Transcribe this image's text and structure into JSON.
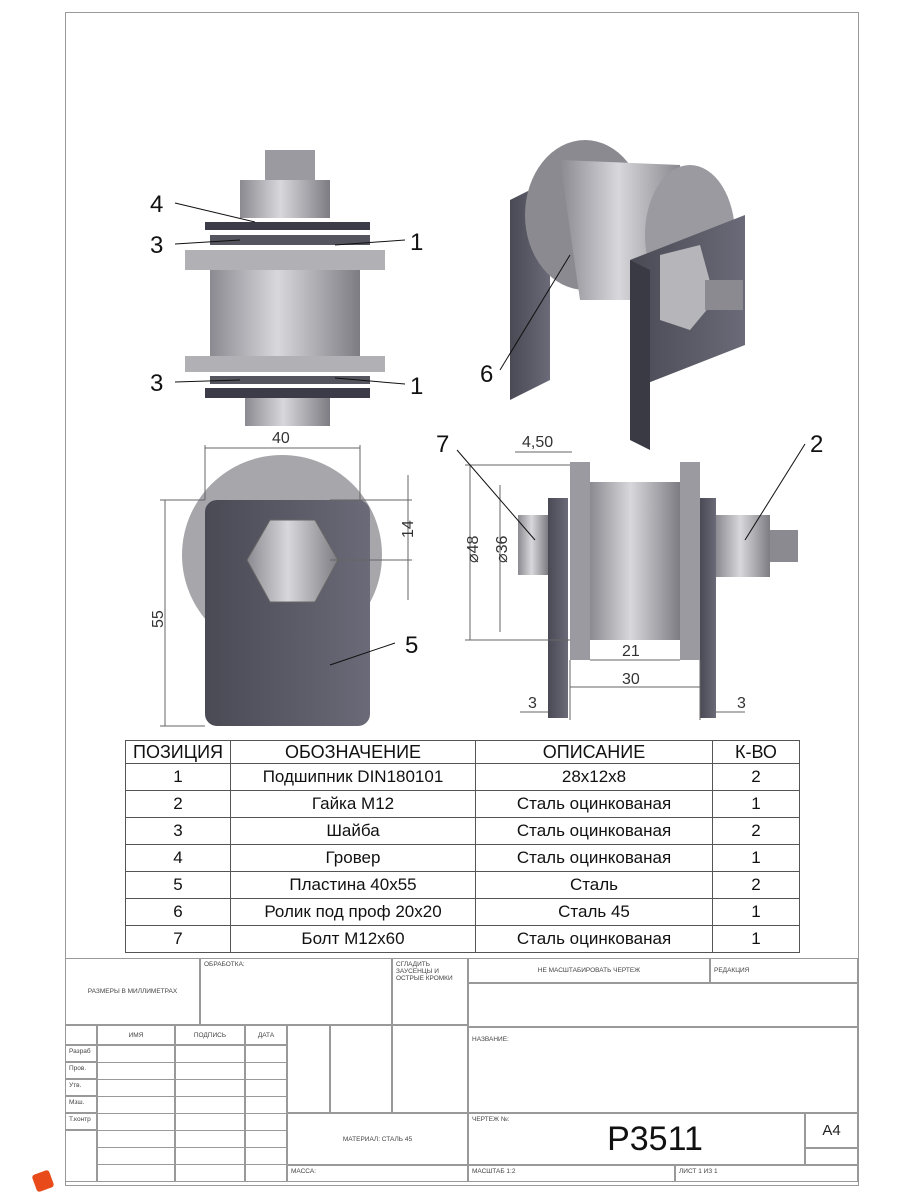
{
  "callouts": {
    "c4": "4",
    "c3a": "3",
    "c1a": "1",
    "c3b": "3",
    "c1b": "1",
    "c6": "6",
    "c7": "7",
    "c2": "2",
    "c5": "5"
  },
  "dimensions": {
    "w40": "40",
    "h55": "55",
    "h14": "14",
    "t450": "4,50",
    "d48": "⌀48",
    "d36": "⌀36",
    "w21": "21",
    "w30": "30",
    "t3a": "3",
    "t3b": "3"
  },
  "bom": {
    "headers": [
      "ПОЗИЦИЯ",
      "ОБОЗНАЧЕНИЕ",
      "ОПИСАНИЕ",
      "К-ВО"
    ],
    "rows": [
      [
        "1",
        "Подшипник DIN180101",
        "28x12x8",
        "2"
      ],
      [
        "2",
        "Гайка М12",
        "Сталь оцинкованая",
        "1"
      ],
      [
        "3",
        "Шайба",
        "Сталь оцинкованая",
        "2"
      ],
      [
        "4",
        "Гровер",
        "Сталь оцинкованая",
        "1"
      ],
      [
        "5",
        "Пластина 40x55",
        "Сталь",
        "2"
      ],
      [
        "6",
        "Ролик под проф 20x20",
        "Сталь 45",
        "1"
      ],
      [
        "7",
        "Болт М12x60",
        "Сталь оцинкованая",
        "1"
      ]
    ]
  },
  "title_block": {
    "units": "РАЗМЕРЫ В МИЛЛИМЕТРАХ",
    "finish": "ОБРАБОТКА:",
    "deburr": "СГЛАДИТЬ ЗАУСЕНЦЫ И ОСТРЫЕ КРОМКИ",
    "no_scale": "НЕ МАСШТАБИРОВАТЬ ЧЕРТЕЖ",
    "revision": "РЕДАКЦИЯ",
    "col_name": "ИМЯ",
    "col_sign": "ПОДПИСЬ",
    "col_date": "ДАТА",
    "roles": [
      "Разраб",
      "Пров.",
      "Утв.",
      "Мзш.",
      "Т.контр"
    ],
    "title_label": "НАЗВАНИЕ:",
    "material": "МАТЕРИАЛ: СТАЛЬ 45",
    "mass": "МАССА:",
    "drawing_no_label": "ЧЕРТЕЖ №:",
    "drawing_no": "P3511",
    "format": "A4",
    "scale": "МАСШТАБ 1:2",
    "sheet": "ЛИСТ 1 ИЗ 1"
  }
}
